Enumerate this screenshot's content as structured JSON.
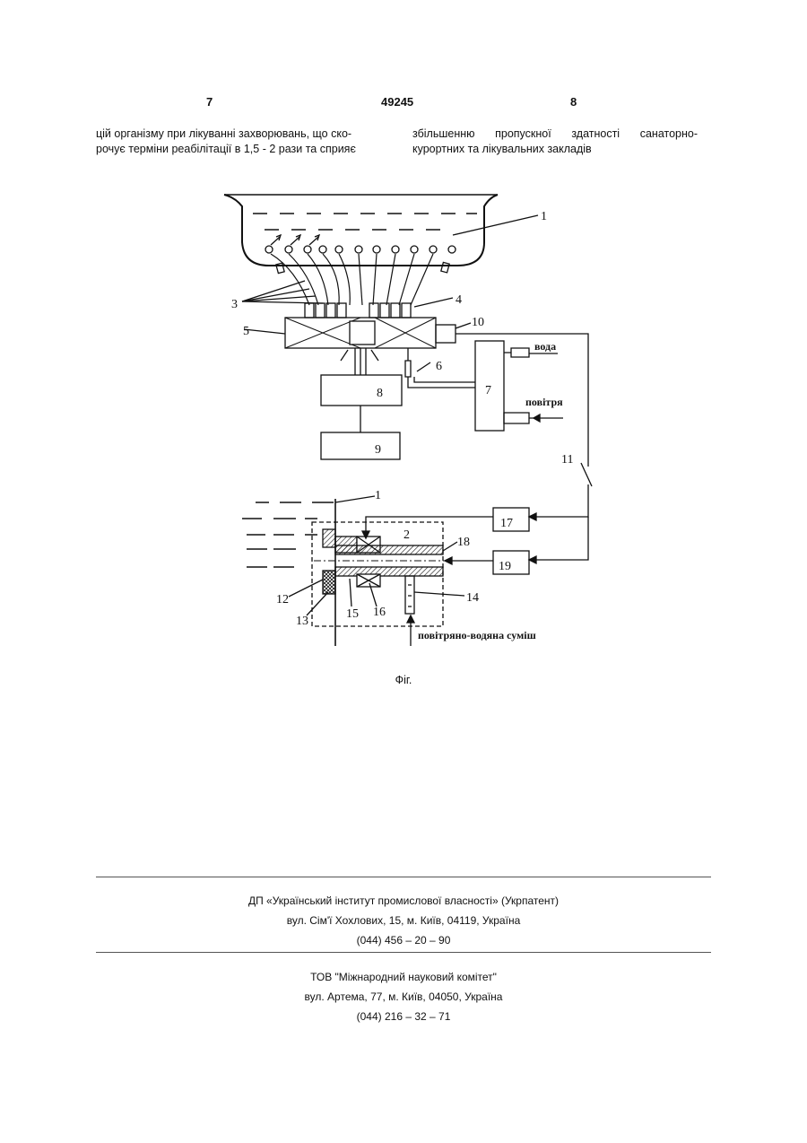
{
  "header": {
    "page_left": "7",
    "patent_number": "49245",
    "page_right": "8"
  },
  "columns": {
    "left": [
      "цій організму при лікуванні захворювань, що ско-",
      "рочує терміни реабілітації в 1,5 - 2 рази та сприяє"
    ],
    "right": [
      "збільшенню пропускної здатності санаторно-",
      "курортних та лікувальних закладів"
    ]
  },
  "figure": {
    "labels": {
      "n1": "1",
      "n3": "3",
      "n4": "4",
      "n5": "5",
      "n6": "6",
      "n7": "7",
      "n8": "8",
      "n9": "9",
      "n10": "10",
      "n11": "11",
      "n1b": "1",
      "n2": "2",
      "n17": "17",
      "n18": "18",
      "n19": "19",
      "n12": "12",
      "n13": "13",
      "n14": "14",
      "n15": "15",
      "n16": "16",
      "water": "вода",
      "air": "повітря",
      "mixture": "повітряно-водяна суміш"
    },
    "caption": "Фіг."
  },
  "footer": {
    "org1": {
      "name": "ДП «Український інститут промислової власності» (Укрпатент)",
      "address": "вул. Сім'ї Хохлових, 15, м. Київ, 04119, Україна",
      "phone": "(044) 456 – 20 – 90"
    },
    "org2": {
      "name": "ТОВ \"Міжнародний науковий комітет\"",
      "address": "вул. Артема, 77, м. Київ, 04050, Україна",
      "phone": "(044) 216 – 32 – 71"
    }
  }
}
